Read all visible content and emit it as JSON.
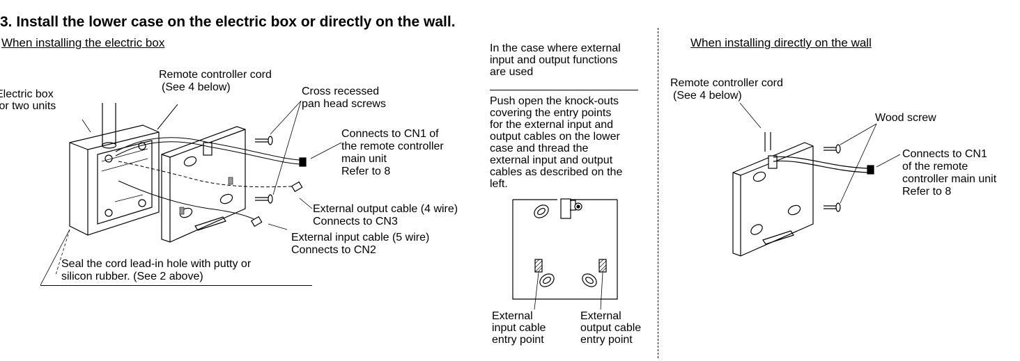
{
  "heading": "3.  Install the lower case on the electric box or directly on the wall.",
  "left": {
    "title": "When installing the electric box",
    "labels": {
      "remote_cord_1": "Remote controller cord",
      "remote_cord_2": "(See 4 below)",
      "electric_box_1": "Electric box",
      "electric_box_2": "for two units",
      "screws_1": "Cross recessed",
      "screws_2": "pan head screws",
      "cn1_1": "Connects to CN1 of",
      "cn1_2": "the remote controller",
      "cn1_3": "main unit",
      "cn1_4": "Refer to 8",
      "out_1": "External output cable (4 wire)",
      "out_2": "Connects to CN3",
      "in_1": "External input cable (5 wire)",
      "in_2": "Connects to CN2",
      "seal_1": "Seal the cord lead-in hole with putty or",
      "seal_2": "silicon rubber. (See 2 above)"
    }
  },
  "middle": {
    "case_1": "In the case where external",
    "case_2": "input and output functions",
    "case_3": "are used",
    "push_lines": [
      "Push open the knock-outs",
      "covering the entry points",
      "for the external input and",
      "output cables on the lower",
      "case and thread the",
      "external input and output",
      "cables as described on the",
      "left."
    ],
    "input_entry_1": "External",
    "input_entry_2": "input cable",
    "input_entry_3": "entry point",
    "output_entry_1": "External",
    "output_entry_2": "output cable",
    "output_entry_3": "entry point"
  },
  "right": {
    "title": "When installing directly on the wall",
    "labels": {
      "remote_cord_1": "Remote controller cord",
      "remote_cord_2": "(See 4 below)",
      "wood_screw": "Wood screw",
      "cn1_1": "Connects to CN1",
      "cn1_2": "of the remote",
      "cn1_3": "controller main unit",
      "cn1_4": "Refer to 8"
    }
  }
}
